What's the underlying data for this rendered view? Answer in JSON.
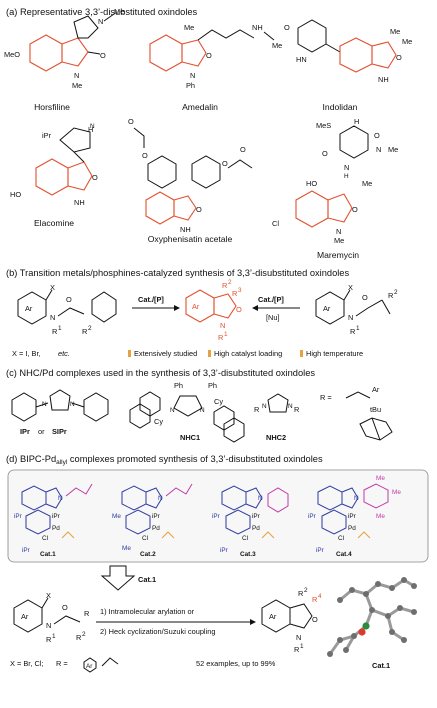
{
  "section_a": {
    "header": "(a) Representative 3,3’-disubstituted oxindoles",
    "compounds": [
      "Horsfiline",
      "Amedalin",
      "Indolidan",
      "Elacomine",
      "Oxyphenisatin acetale",
      "Maremycin"
    ],
    "atoms": {
      "meo": "MeO",
      "n": "N",
      "me": "Me",
      "o": "O",
      "nh": "NH",
      "ph": "Ph",
      "hn": "HN",
      "ipr": "iPr",
      "ho": "HO",
      "h": "H",
      "n_lower": "N",
      "mes": "MeS",
      "ho2": "HO",
      "cl": "Cl"
    }
  },
  "section_b": {
    "header": "(b) Transition metals/phosphines-catalyzed synthesis of 3,3’-disubstituted oxindoles",
    "reagent_left": "Cat./[P]",
    "reagent_right": "Cat./[P]",
    "reagent_nu": "[Nu]",
    "ar": "Ar",
    "x": "X",
    "r1": "R",
    "r2": "R",
    "r3": "R",
    "sup1": "1",
    "sup2": "2",
    "sup3": "3",
    "n": "N",
    "o": "O",
    "condition_x": "X = I, Br,",
    "condition_etc": "etc.",
    "note1": "Extensively studied",
    "note2": "High catalyst loading",
    "note3": "High temperature"
  },
  "section_c": {
    "header": "(c) NHC/Pd complexes used in the synthesis of 3,3’-disubstituted oxindoles",
    "labels": [
      "IPr",
      "or",
      "SIPr",
      "NHC1",
      "NHC2"
    ],
    "ph": "Ph",
    "cy": "Cy",
    "r": "R",
    "n": "N",
    "r_eq": "R =",
    "ar": "Ar",
    "tbu": "tBu"
  },
  "section_d": {
    "header_pre": "(d) BIPC-Pd",
    "header_sub": "allyl",
    "header_post": " complexes promoted synthesis of 3,3’-disubstituted oxindoles",
    "catalysts": [
      "Cat.1",
      "Cat.2",
      "Cat.3",
      "Cat.4"
    ],
    "ipr": "iPr",
    "pd": "Pd",
    "cl": "Cl",
    "me": "Me",
    "n": "N",
    "arrow_label": "Cat.1",
    "step1": "1) Intramolecular arylation or",
    "step2": "2) Heck cyclization/Suzuki coupling",
    "ar": "Ar",
    "x": "X",
    "o": "O",
    "r": "R",
    "r1": "R",
    "r2": "R",
    "r4": "R",
    "sup1": "1",
    "sup2": "2",
    "sup4": "4",
    "cond_x": "X = Br, Cl;",
    "cond_r": "R =",
    "yield": "52 examples, up to 99%",
    "crystal_label": "Cat.1"
  },
  "colors": {
    "accent_red": "#e2502e",
    "accent_blue": "#2c3aa0",
    "accent_magenta": "#c03aa8",
    "note_mark": "#e6a23c"
  }
}
